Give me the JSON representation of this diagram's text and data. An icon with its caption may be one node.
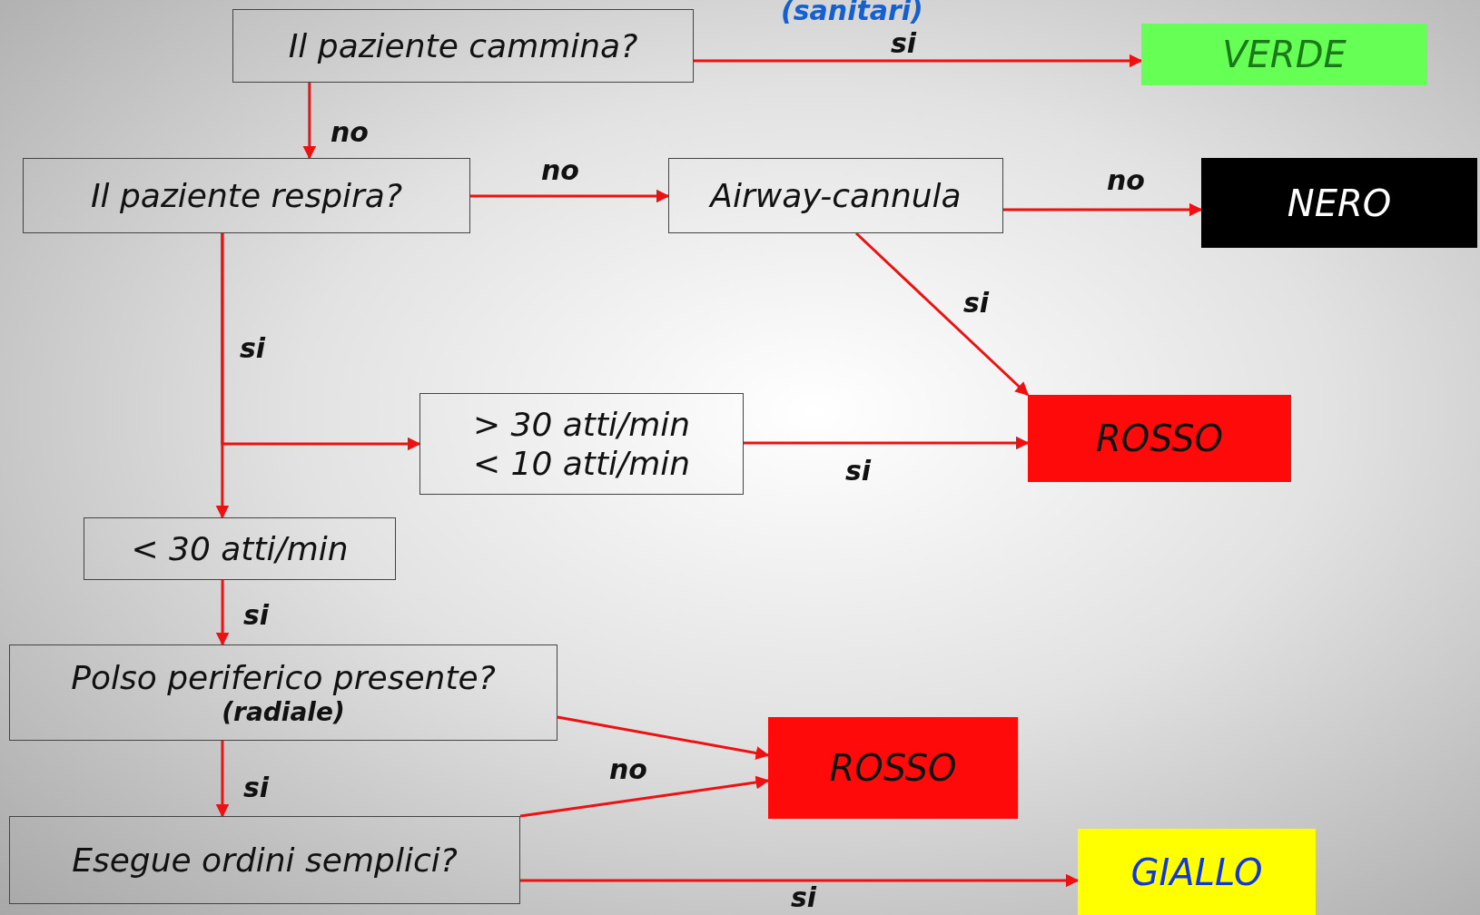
{
  "diagram": {
    "nodes": [
      {
        "text": [
          "Il paziente cammina?"
        ]
      },
      {
        "text": [
          "VERDE"
        ]
      },
      {
        "text": [
          "Il paziente respira?"
        ]
      },
      {
        "text": [
          "Airway-cannula"
        ]
      },
      {
        "text": [
          "NERO"
        ]
      },
      {
        "text": [
          "> 30 atti/min",
          "< 10 atti/min"
        ]
      },
      {
        "text": [
          "ROSSO"
        ]
      },
      {
        "text": [
          "< 30 atti/min"
        ]
      },
      {
        "text": [
          "Polso periferico presente?",
          "(radiale)"
        ]
      },
      {
        "text": [
          "ROSSO"
        ]
      },
      {
        "text": [
          "Esegue ordini semplici?"
        ]
      },
      {
        "text": [
          "GIALLO"
        ]
      }
    ],
    "edges": [
      {
        "from": 0,
        "to": 1,
        "arrow": "to",
        "label": "si"
      },
      {
        "from": 0,
        "to": 2,
        "arrow": "to",
        "label": "no"
      },
      {
        "from": 2,
        "to": 3,
        "arrow": "to",
        "label": "no"
      },
      {
        "from": 3,
        "to": 4,
        "arrow": "to",
        "label": "no"
      },
      {
        "from": 3,
        "to": 6,
        "arrow": "to",
        "label": "si"
      },
      {
        "from": 2,
        "to": 5,
        "arrow": "to"
      },
      {
        "from": 2,
        "to": 7,
        "arrow": "to",
        "label": "si"
      },
      {
        "from": 5,
        "to": 6,
        "arrow": "to",
        "label": "si"
      },
      {
        "from": 7,
        "to": 8,
        "arrow": "to",
        "label": "si"
      },
      {
        "from": 8,
        "to": 10,
        "arrow": "to",
        "label": "si"
      },
      {
        "from": 8,
        "to": 9,
        "arrow": "to"
      },
      {
        "from": 10,
        "to": 9,
        "arrow": "to",
        "label": "no"
      },
      {
        "from": 10,
        "to": 11,
        "arrow": "to",
        "label": "si"
      }
    ],
    "labels": [
      "(sanitari)"
    ]
  }
}
